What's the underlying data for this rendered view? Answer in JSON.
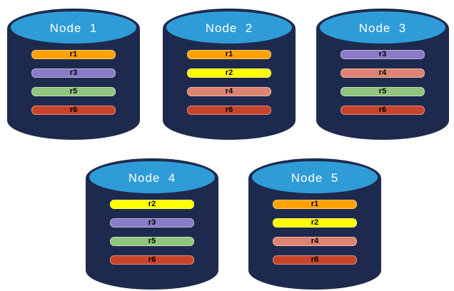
{
  "diagram": {
    "colors": {
      "background": "#FFFFFF",
      "cylinder_body": "#1E2A4D",
      "cylinder_cap": "#2F9CD8",
      "node_title_text": "#FFFFFF",
      "replica_label_text": "#000000"
    },
    "replica_colors": {
      "r1": "#FFA202",
      "r2": "#FFFF00",
      "r3": "#8A7BC8",
      "r4": "#DE8272",
      "r5": "#91C47E",
      "r6": "#C7432B"
    },
    "nodes": [
      {
        "title": "Node  1",
        "replicas": [
          "r1",
          "r3",
          "r5",
          "r6"
        ]
      },
      {
        "title": "Node  2",
        "replicas": [
          "r1",
          "r2",
          "r4",
          "r6"
        ]
      },
      {
        "title": "Node  3",
        "replicas": [
          "r3",
          "r4",
          "r5",
          "r6"
        ]
      },
      {
        "title": "Node  4",
        "replicas": [
          "r2",
          "r3",
          "r5",
          "r6"
        ]
      },
      {
        "title": "Node  5",
        "replicas": [
          "r1",
          "r2",
          "r4",
          "r6"
        ]
      }
    ]
  }
}
